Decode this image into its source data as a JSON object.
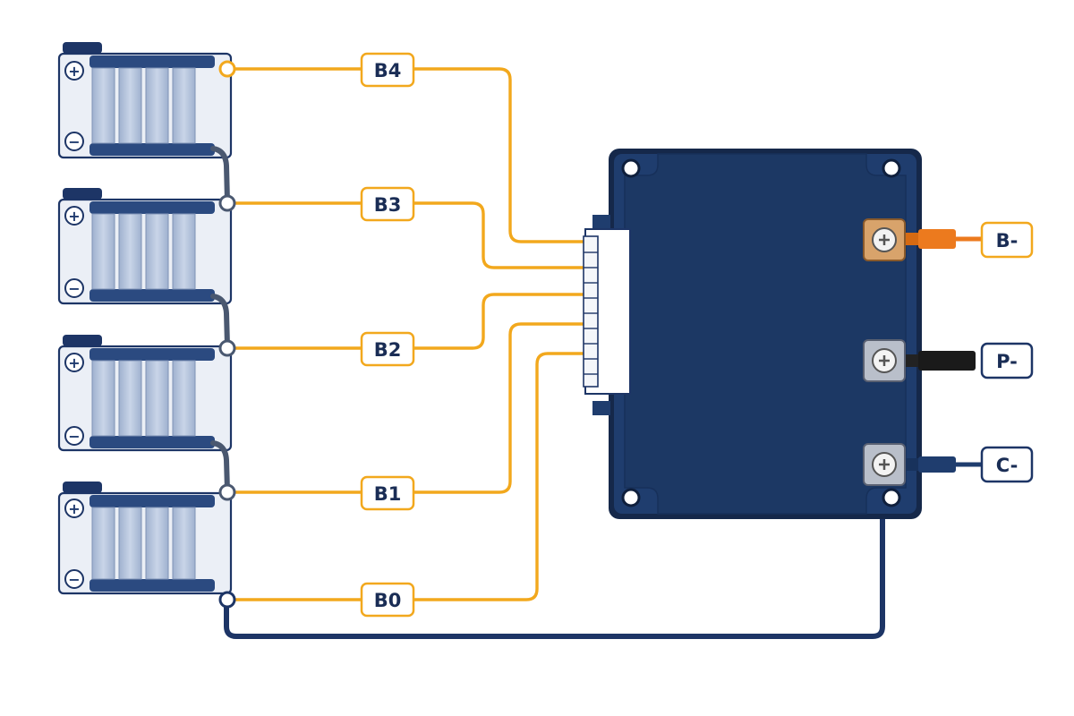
{
  "colors": {
    "balance_wire": "#f2a81d",
    "main_wire": "#1d3566",
    "board": "#1f3d6e",
    "board_dark": "#15284a",
    "b_minus": "#ec7a1e",
    "p_minus": "#1a1a1a",
    "c_minus": "#1f3d6e"
  },
  "balance_labels": [
    "B4",
    "B3",
    "B2",
    "B1",
    "B0"
  ],
  "terminals": {
    "b_minus": "B-",
    "p_minus": "P-",
    "c_minus": "C-"
  },
  "battery_signs": {
    "positive": "+",
    "negative": "−"
  },
  "icons": [
    "battery-pack-icon",
    "pcb-board-icon",
    "screw-terminal-icon",
    "connector-icon"
  ]
}
